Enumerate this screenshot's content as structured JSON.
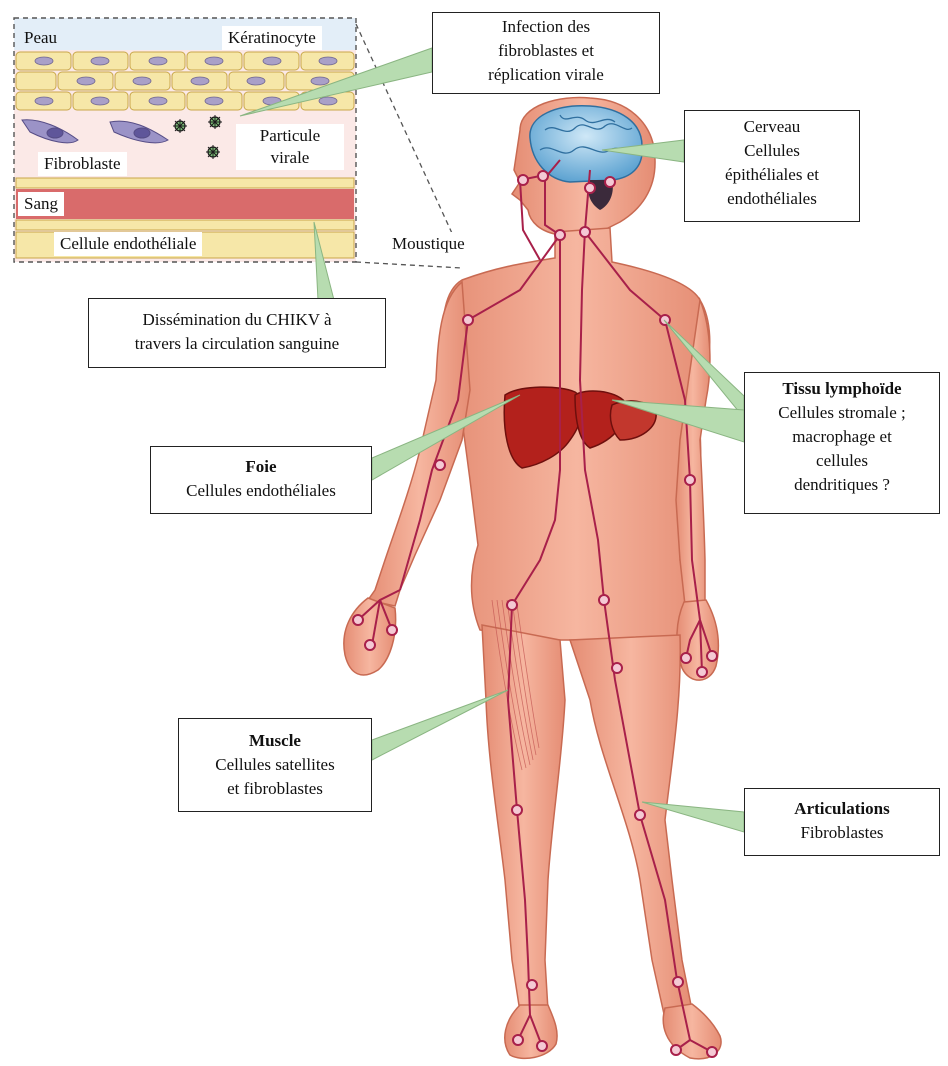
{
  "inset": {
    "peau": "Peau",
    "keratinocyte": "Kératinocyte",
    "particule_line1": "Particule",
    "particule_line2": "virale",
    "fibroblaste": "Fibroblaste",
    "sang": "Sang",
    "cellule_endotheliale": "Cellule endothéliale"
  },
  "moustique": "Moustique",
  "callouts": {
    "infection": {
      "lines": [
        "Infection des",
        "fibroblastes et",
        "réplication virale"
      ]
    },
    "cerveau": {
      "lines": [
        "Cerveau",
        "Cellules",
        "épithéliales et",
        "endothéliales"
      ]
    },
    "dissemination": {
      "lines": [
        "Dissémination du CHIKV à",
        "travers la circulation sanguine"
      ]
    },
    "tissu": {
      "title": "Tissu lymphoïde",
      "lines": [
        "Cellules stromale ;",
        "macrophage et",
        "cellules",
        "dendritiques ?"
      ]
    },
    "foie": {
      "title": "Foie",
      "lines": [
        "Cellules endothéliales"
      ]
    },
    "muscle": {
      "title": "Muscle",
      "lines": [
        "Cellules satellites",
        "et fibroblastes"
      ]
    },
    "articulations": {
      "title": "Articulations",
      "lines": [
        "Fibroblastes"
      ]
    }
  },
  "colors": {
    "skin": "#f2a58e",
    "skin_dark": "#d9785f",
    "vessel": "#a8204a",
    "node": "#f4c9d4",
    "liver": "#b3211c",
    "brain": "#8fc6e8",
    "pointer": "#b7dcb0"
  }
}
